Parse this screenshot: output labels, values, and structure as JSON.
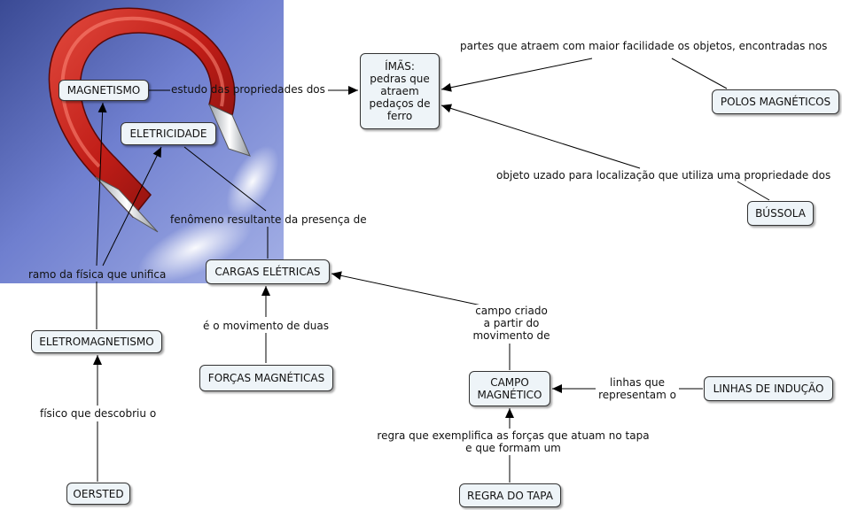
{
  "concepts": {
    "magnetismo": "MAGNETISMO",
    "imas": "ÍMÃS:\npedras que\natraem\npedaços de\nferro",
    "eletricidade": "ELETRICIDADE",
    "polos": "POLOS MAGNÉTICOS",
    "bussola": "BÚSSOLA",
    "cargas": "CARGAS ELÉTRICAS",
    "eletromagnetismo": "ELETROMAGNETISMO",
    "forcas": "FORÇAS MAGNÉTICAS",
    "campo": "CAMPO\nMAGNÉTICO",
    "linhas": "LINHAS DE INDUÇÃO",
    "oersted": "OERSTED",
    "regra": "REGRA DO TAPA"
  },
  "links": {
    "estudo": "estudo das propriedades dos",
    "partes": "partes que atraem com maior facilidade os objetos, encontradas nos",
    "objeto": "objeto uzado para localização que utiliza uma propriedade dos",
    "fenomeno": "fenômeno resultante da presença de",
    "ramo": "ramo da física que unifica",
    "movimento": "é o movimento de duas",
    "campo_criado": "campo criado\na partir do\nmovimento de",
    "linhas_que": "linhas que\nrepresentam o",
    "fisico": "físico que descobriu o",
    "regra_label": "regra que exemplifica as forças que atuam no tapa\ne que formam um"
  },
  "colors": {
    "node_fill": "#eef4f8",
    "line": "#000000",
    "magnet_red": "#c8201c",
    "background_blue": "#6f7fcf"
  }
}
